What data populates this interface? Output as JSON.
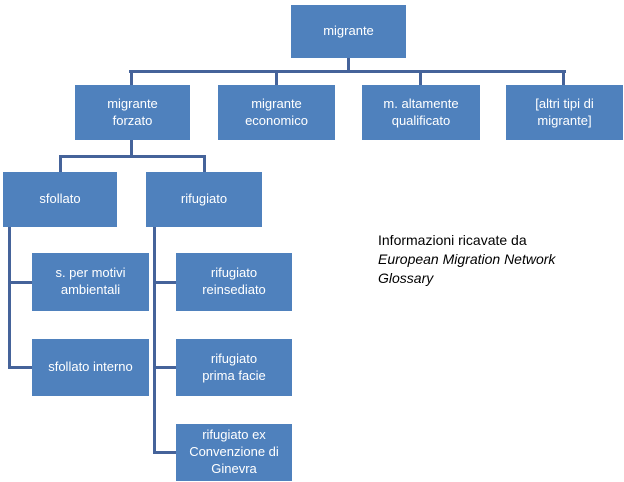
{
  "colors": {
    "box_fill": "#4f81bd",
    "box_text": "#ffffff",
    "connector": "#45639a",
    "note_text": "#000000"
  },
  "nodes": {
    "migrante": "migrante",
    "migrante_forzato": "migrante\nforzato",
    "migrante_economico": "migrante\neconomico",
    "altamente_qualificato": "m. altamente\nqualificato",
    "altri_tipi": "[altri tipi di\nmigrante]",
    "sfollato": "sfollato",
    "rifugiato": "rifugiato",
    "motivi_ambientali": "s. per motivi\nambientali",
    "sfollato_interno": "sfollato interno",
    "rifugiato_reinsediato": "rifugiato\nreinsediato",
    "rifugiato_prima_facie": "rifugiato\nprima facie",
    "rifugiato_ginevra": "rifugiato ex\nConvenzione di\nGinevra"
  },
  "note": {
    "line1": "Informazioni ricavate da",
    "line2": "European Migration Network",
    "line3": "Glossary"
  }
}
